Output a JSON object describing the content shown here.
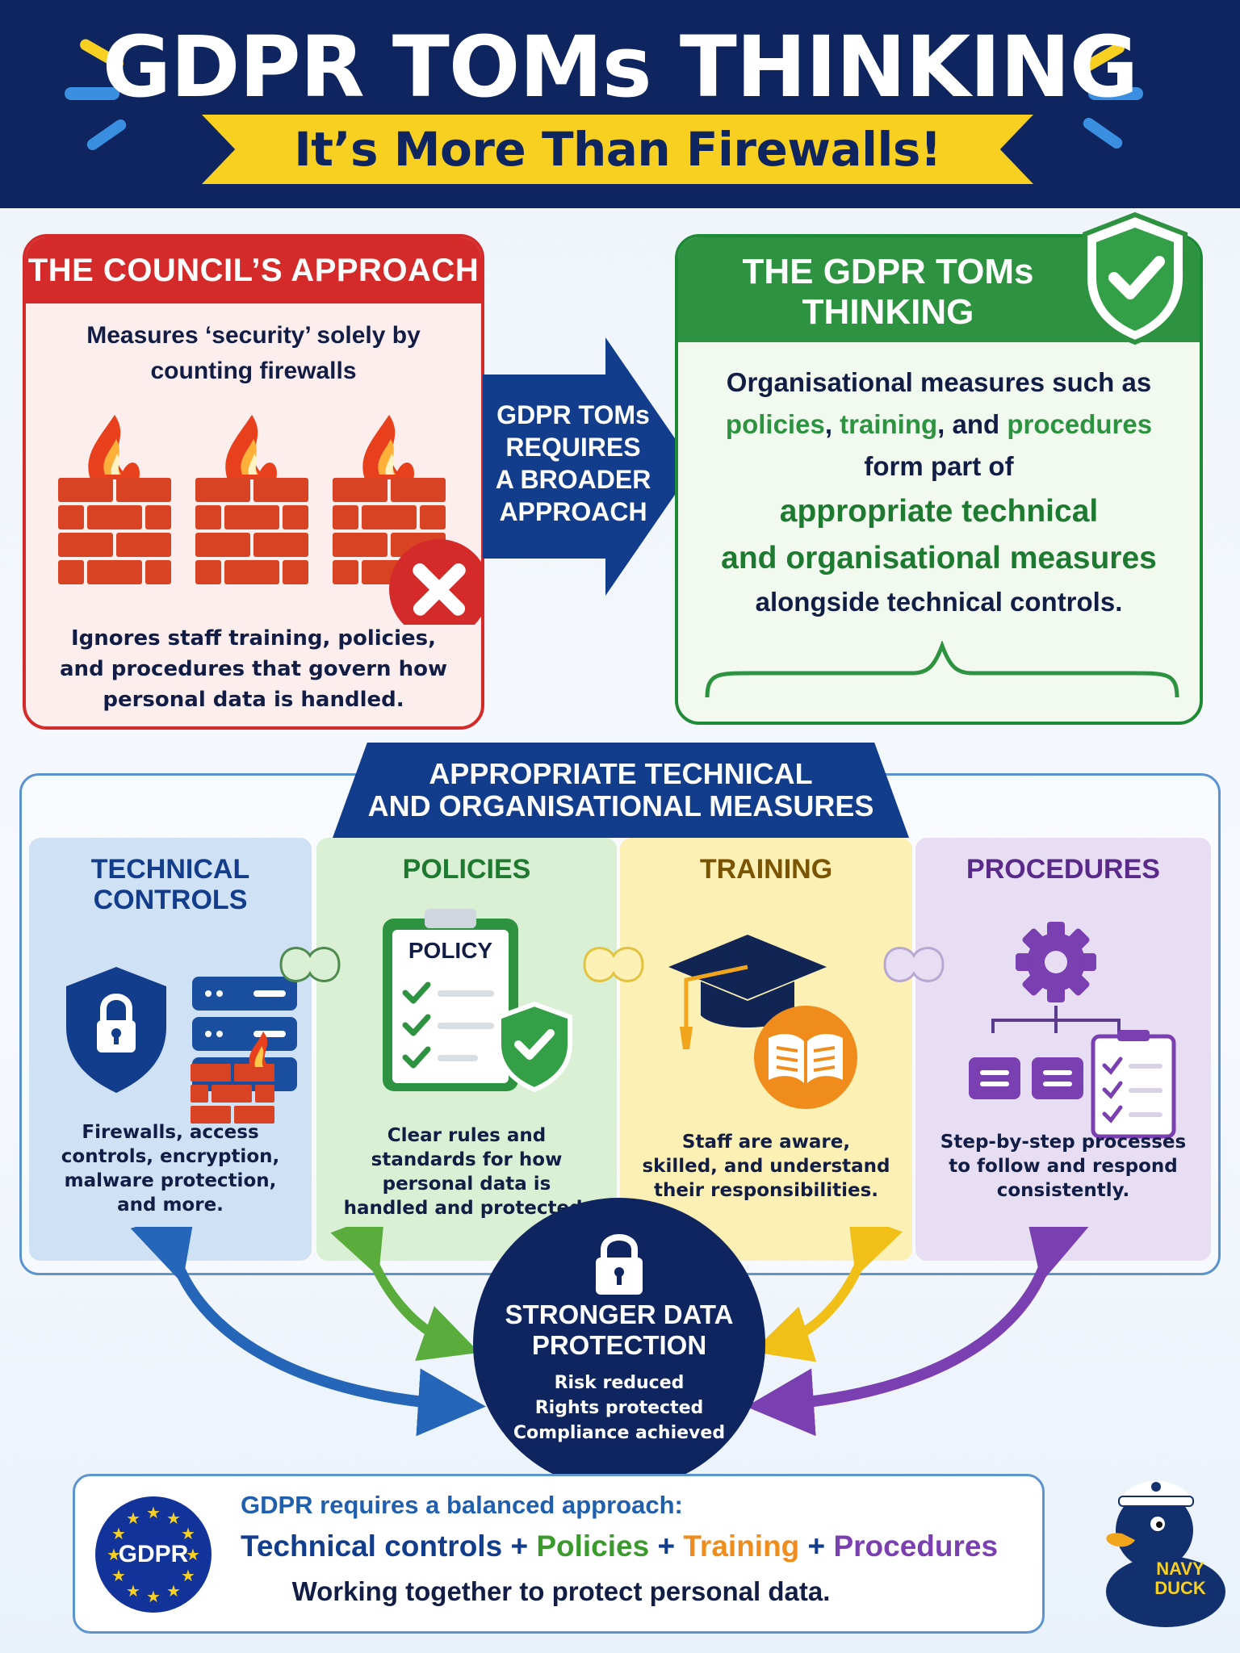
{
  "header": {
    "title": "GDPR TOMs THINKING",
    "subtitle": "It’s More Than Firewalls!"
  },
  "council": {
    "heading": "THE COUNCIL’S APPROACH",
    "line1": "Measures ‘security’ solely by",
    "line2": "counting firewalls",
    "bottom1": "Ignores staff training, policies,",
    "bottom2": "and procedures that govern how",
    "bottom3": "personal data is handled."
  },
  "arrow": {
    "line1": "GDPR TOMs",
    "line2": "REQUIRES",
    "line3": "A BROADER",
    "line4": "APPROACH"
  },
  "toms": {
    "heading1": "THE GDPR TOMs",
    "heading2": "THINKING",
    "line1": "Organisational measures such as",
    "kw_policies": "policies",
    "kw_training": "training",
    "kw_procedures": "procedures",
    "sep1": ", ",
    "sep2": ", and ",
    "line3": "form part of",
    "highlight1": "appropriate technical",
    "highlight2": "and organisational measures",
    "line6": "alongside technical controls."
  },
  "measures": {
    "heading1": "APPROPRIATE TECHNICAL",
    "heading2": "AND ORGANISATIONAL MEASURES",
    "technical": {
      "title1": "TECHNICAL",
      "title2": "CONTROLS",
      "desc": [
        "Firewalls, access",
        "controls, encryption,",
        "malware protection,",
        "and more."
      ]
    },
    "policies": {
      "title": "POLICIES",
      "doc_label": "POLICY",
      "desc": [
        "Clear rules and",
        "standards for how",
        "personal data is",
        "handled and protected."
      ]
    },
    "training": {
      "title": "TRAINING",
      "desc": [
        "Staff are aware,",
        "skilled, and understand",
        "their responsibilities."
      ]
    },
    "procedures": {
      "title": "PROCEDURES",
      "desc": [
        "Step-by-step processes",
        "to follow and respond",
        "consistently."
      ]
    }
  },
  "outcome": {
    "title1": "STRONGER DATA",
    "title2": "PROTECTION",
    "line1": "Risk reduced",
    "line2": "Rights protected",
    "line3": "Compliance achieved"
  },
  "footer": {
    "badge": "GDPR",
    "lead": "GDPR requires a balanced approach:",
    "kw_technical": "Technical controls",
    "kw_policies": "Policies",
    "kw_training": "Training",
    "kw_procedures": "Procedures",
    "plus": " + ",
    "closing": "Working together to protect personal data."
  },
  "mascot": {
    "line1": "NAVY",
    "line2": "DUCK"
  },
  "colors": {
    "navy": "#0f2560",
    "red": "#d52a2a",
    "green": "#2d9340",
    "blue": "#1f5fae",
    "yellow": "#f7d021",
    "orange": "#f08c1c",
    "purple": "#7a3fb0"
  }
}
